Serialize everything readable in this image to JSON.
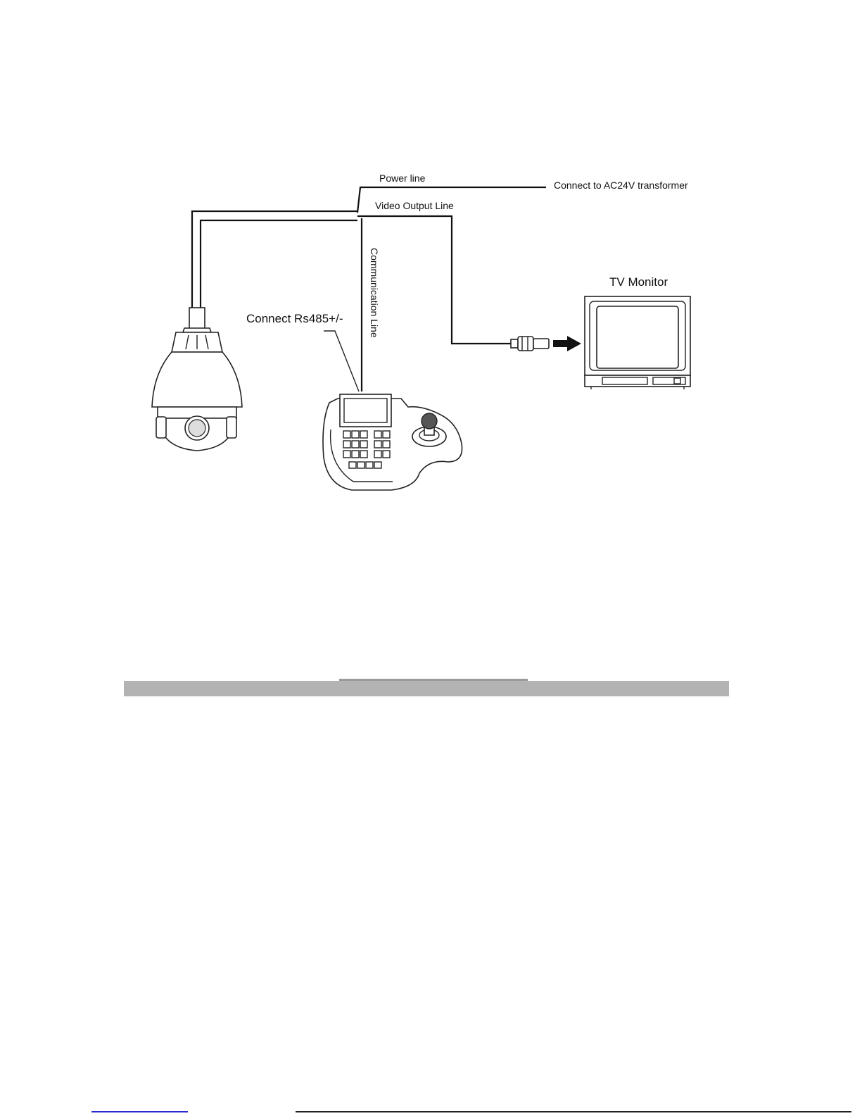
{
  "labels": {
    "power_line": "Power line",
    "transformer": "Connect  to AC24V transformer",
    "video_output": "Video Output Line",
    "communication": "Communication Line",
    "rs485": "Connect Rs485+/-",
    "tv_monitor": "TV Monitor"
  },
  "colors": {
    "ink": "#111111",
    "footer_bar": "#b3b3b3",
    "footer_link": "#2a2ad0"
  },
  "devices": [
    "speed-dome-camera",
    "ptz-keyboard-controller",
    "tv-monitor",
    "bnc-connector"
  ]
}
